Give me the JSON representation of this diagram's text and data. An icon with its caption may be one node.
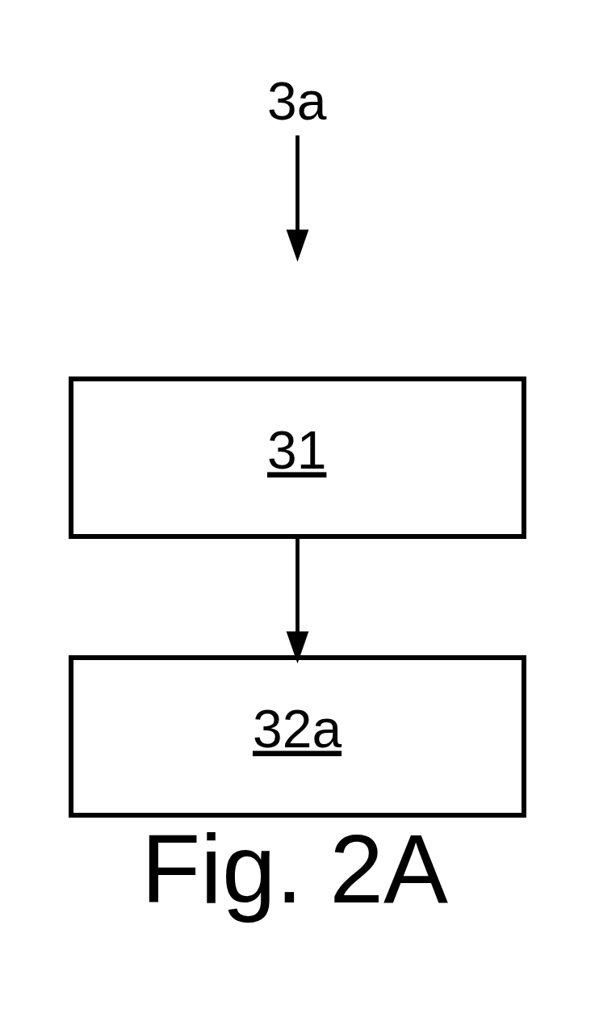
{
  "diagram": {
    "caption": "Fig. 2A",
    "nodes": [
      {
        "text": [
          "3a"
        ]
      },
      {
        "text": [
          "31"
        ]
      },
      {
        "text": [
          "32a"
        ]
      }
    ],
    "edges": [
      {
        "from": 0,
        "to": null,
        "arrow": "to"
      },
      {
        "from": 1,
        "to": 2,
        "arrow": "to"
      }
    ]
  }
}
